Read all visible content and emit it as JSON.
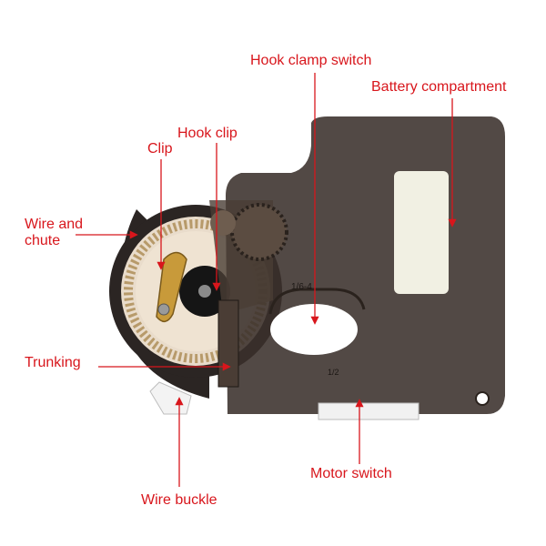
{
  "accent_color": "#d8161c",
  "labels": {
    "hook_clamp_switch": "Hook clamp switch",
    "battery_compartment": "Battery compartment",
    "hook_clip": "Hook clip",
    "clip": "Clip",
    "wire_and_chute_line1": "Wire and",
    "wire_and_chute_line2": "chute",
    "trunking": "Trunking",
    "motor_switch": "Motor switch",
    "wire_buckle": "Wire buckle"
  }
}
